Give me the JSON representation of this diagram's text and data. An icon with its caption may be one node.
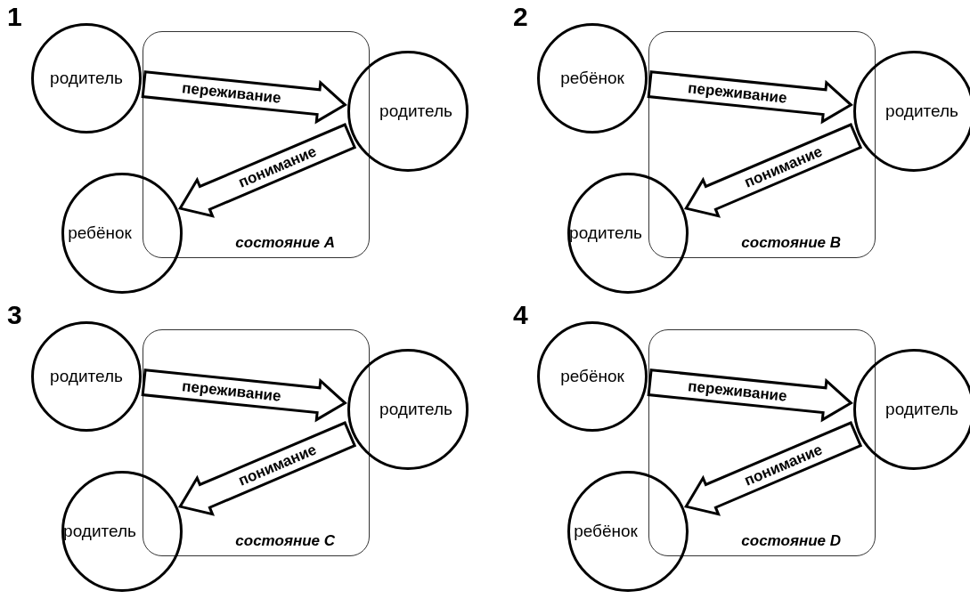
{
  "diagram": {
    "nodes": [
      {
        "text": [
          "состояние A"
        ]
      },
      {
        "text": [
          "родитель"
        ]
      },
      {
        "text": [
          "родитель"
        ]
      },
      {
        "text": [
          "ребёнок"
        ]
      },
      {
        "text": [
          "состояние B"
        ]
      },
      {
        "text": [
          "ребёнок"
        ]
      },
      {
        "text": [
          "родитель"
        ]
      },
      {
        "text": [
          "родитель"
        ]
      },
      {
        "text": [
          "состояние C"
        ]
      },
      {
        "text": [
          "родитель"
        ]
      },
      {
        "text": [
          "родитель"
        ]
      },
      {
        "text": [
          "родитель"
        ]
      },
      {
        "text": [
          "состояние D"
        ]
      },
      {
        "text": [
          "ребёнок"
        ]
      },
      {
        "text": [
          "родитель"
        ]
      },
      {
        "text": [
          "ребёнок"
        ]
      }
    ],
    "edges": [
      {
        "from": 1,
        "to": 2,
        "arrow": "to",
        "label": "переживание"
      },
      {
        "from": 2,
        "to": 3,
        "arrow": "to",
        "label": "понимание"
      },
      {
        "from": 5,
        "to": 6,
        "arrow": "to",
        "label": "переживание"
      },
      {
        "from": 6,
        "to": 7,
        "arrow": "to",
        "label": "понимание"
      },
      {
        "from": 9,
        "to": 10,
        "arrow": "to",
        "label": "переживание"
      },
      {
        "from": 10,
        "to": 11,
        "arrow": "to",
        "label": "понимание"
      },
      {
        "from": 13,
        "to": 14,
        "arrow": "to",
        "label": "переживание"
      },
      {
        "from": 14,
        "to": 15,
        "arrow": "to",
        "label": "понимание"
      }
    ],
    "labels": [
      "1",
      "2",
      "3",
      "4"
    ]
  }
}
